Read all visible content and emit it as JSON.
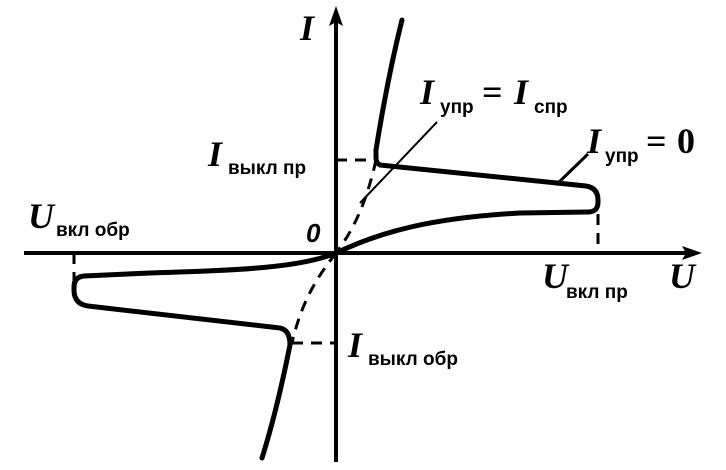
{
  "axes": {
    "y_label": "I",
    "x_label": "U",
    "origin_label": "0"
  },
  "labels": {
    "i_vykl_pr": {
      "main": "I",
      "sub": "выкл пр"
    },
    "i_vykl_obr": {
      "main": "I",
      "sub": "выкл обр"
    },
    "u_vkl_pr": {
      "main": "U",
      "sub": "вкл пр"
    },
    "u_vkl_obr": {
      "main": "U",
      "sub": "вкл обр"
    },
    "eq_upr_spr": {
      "lhs_main": "I",
      "lhs_sub": "упр",
      "op": "=",
      "rhs_main": "I",
      "rhs_sub": "спр"
    },
    "eq_upr_zero": {
      "lhs_main": "I",
      "lhs_sub": "упр",
      "op": "=",
      "rhs": "0"
    }
  }
}
